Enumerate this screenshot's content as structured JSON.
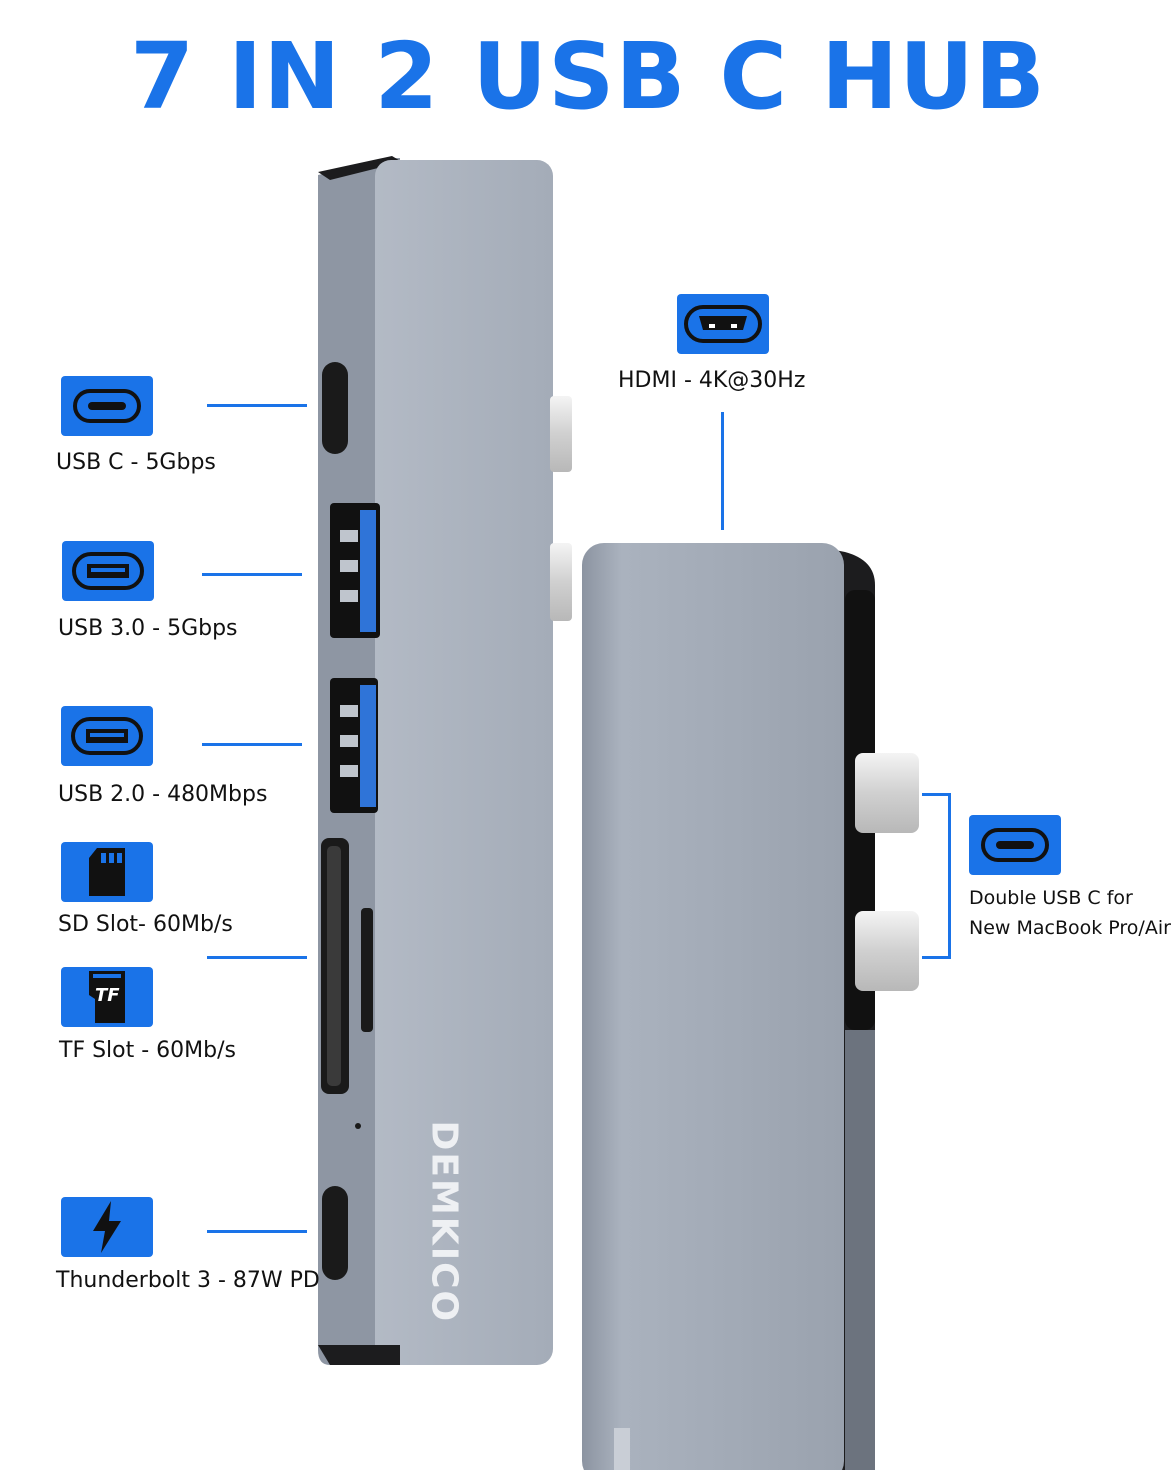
{
  "title": "7 IN 2 USB C HUB",
  "brand": "DEMKICO",
  "accent_color": "#1a73e8",
  "ports": [
    {
      "icon": "usb-c-icon",
      "label": "USB C - 5Gbps"
    },
    {
      "icon": "usb-a-icon",
      "label": "USB 3.0 - 5Gbps"
    },
    {
      "icon": "usb-a-icon",
      "label": "USB 2.0 - 480Mbps"
    },
    {
      "icon": "sd-card-icon",
      "label": "SD Slot- 60Mb/s"
    },
    {
      "icon": "tf-card-icon",
      "label": "TF Slot - 60Mb/s",
      "icon_text": "TF"
    },
    {
      "icon": "lightning-icon",
      "label": "Thunderbolt 3 - 87W PD"
    }
  ],
  "hdmi": {
    "icon": "hdmi-icon",
    "label": "HDMI - 4K@30Hz"
  },
  "double_usbc": {
    "icon": "usb-c-icon",
    "line1": "Double USB C for",
    "line2": "New MacBook Pro/Air"
  }
}
